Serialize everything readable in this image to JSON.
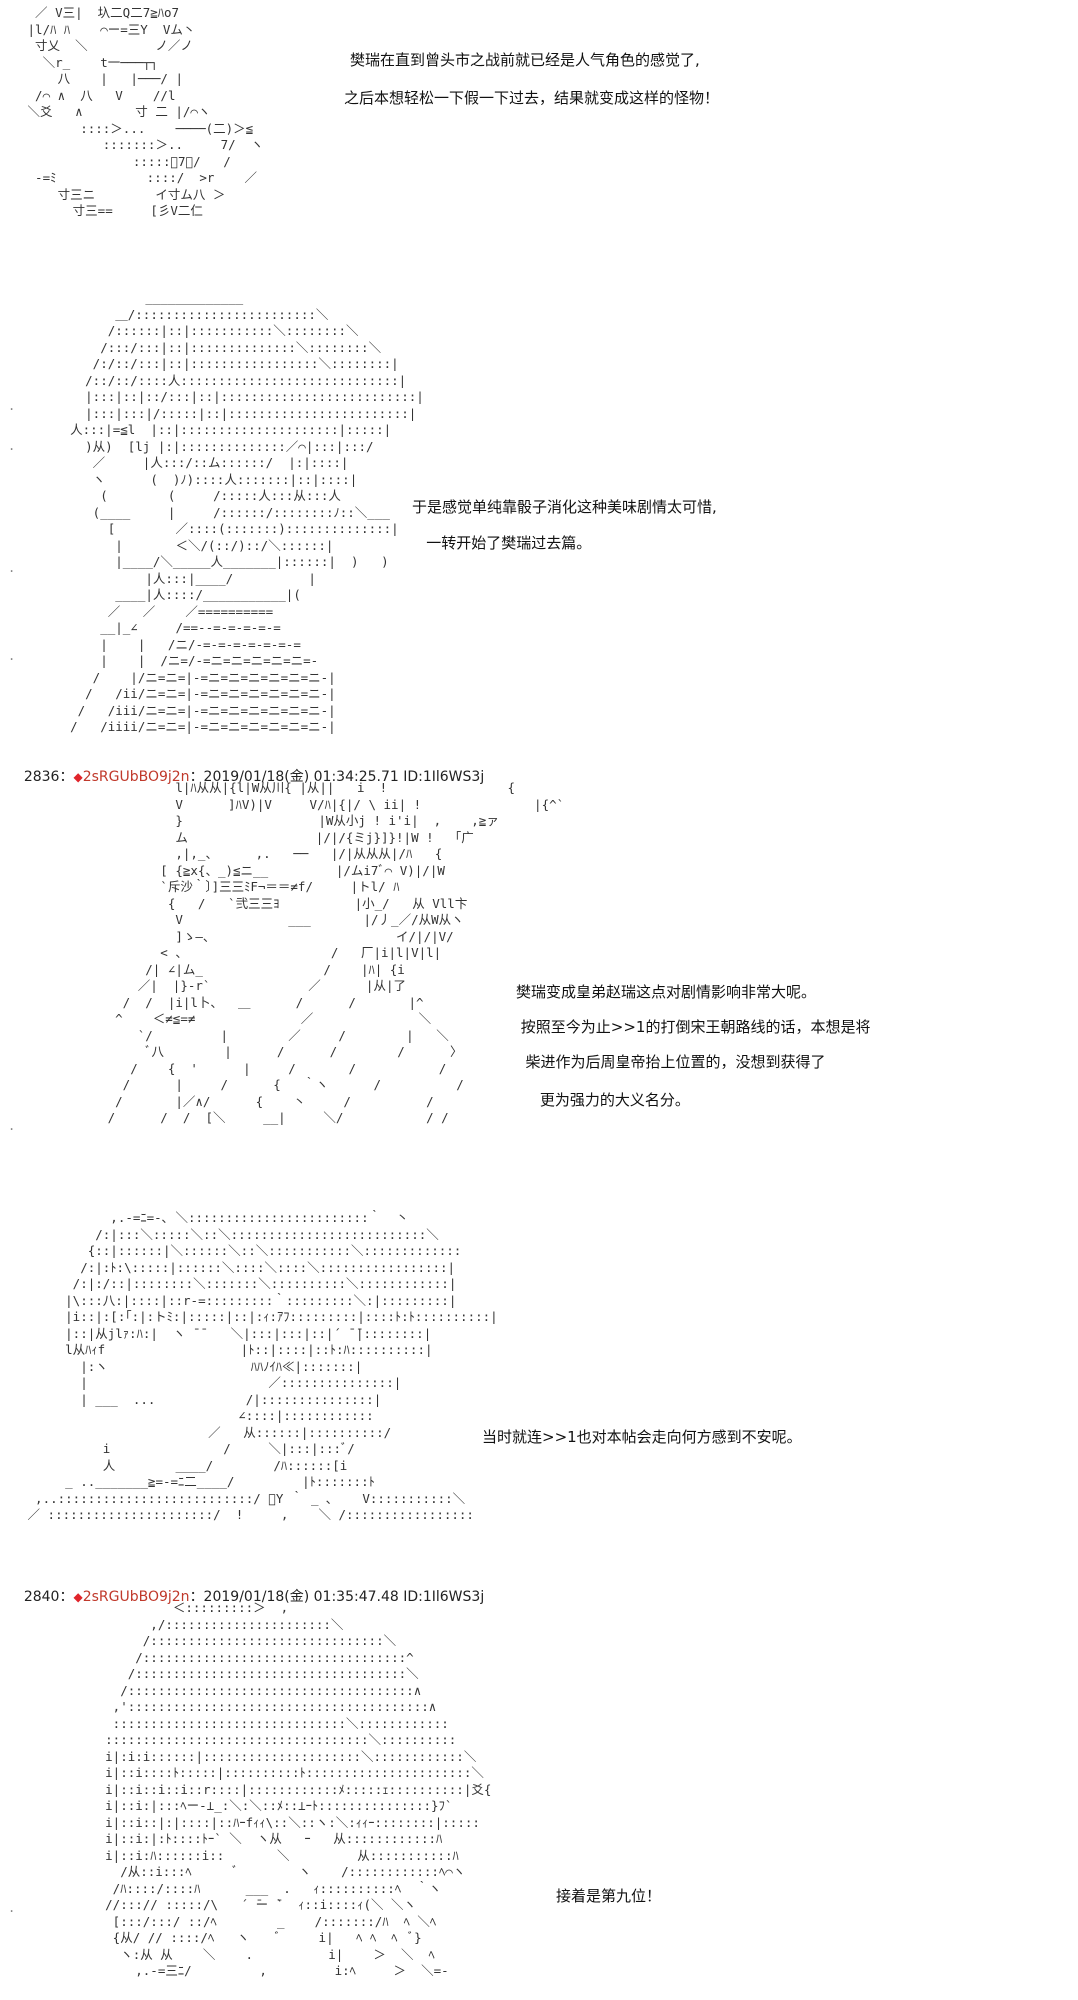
{
  "section1": {
    "aa": "  ／ V三|  圦二Q二7≧ﾊo7\n |l/ﾊ ﾊ    ⌒ー=三Y  Vム丶\n  寸乂  ＼         ノ／ノ\n   ＼r_    t一───┬┐\n     八    |   |───/ |\n  /⌒ ∧  八   V    //l\n ＼爻   ∧       寸 二 |/⌒ヽ\n        ::::＞...    ────(二)＞≦\n           :::::::＞..     7/  ヽ\n               :::::ﾞ7ﾞ/   /\n  -=ﾐ            ::::/  >r    ／\n     寸三ニ        イ寸ム八 ＞\n       寸三==     [彡V二仁",
    "narration": [
      "樊瑞在直到曾头市之战前就已经是人气角色的感觉了,",
      "之后本想轻松一下假一下过去，结果就变成这样的怪物！"
    ]
  },
  "section2": {
    "aa": "              _____________\n          ＿/::::::::::::::::::::::::＼\n         /::::::|::|:::::::::::＼::::::::＼\n        /:::/:::|::|::::::::::::::＼::::::::＼\n       /:/::/:::|::|:::::::::::::::::＼::::::::|\n      /::/::/::::人:::::::::::::::::::::::::::::|\n      |:::|::|::/:::|::|::::::::::::::::::::::::::|\n      |:::|:::|/:::::|::|::::::::::::::::::::::::|\n    人:::|=≦l  |::|:::::::::::::::::::::|:::::|\n      )从)  [lj |:|::::::::::::::／⌒|:::|:::/\n       ／     |人:::/::ム::::::/  |:|::::|\n       ヽ      (  )ﾉ)::::人:::::::|::|::::|\n        (        (     /:::::人:::从:::人\n       (____     |     /::::::/::::::::ﾉ::＼___\n         [        ／::::(:::::::)::::::::::::::|\n          |       ＜＼/(::/)::/＼::::::|\n          |____/＼_____人_______|::::::|  )   )\n              |人:::|____/          |\n          ____|人::::/___________|(\n         ／   ／    ／==========\n        __|_∠     /==--=-=-=-=-=\n        |    |   /ニ/-=-=-=-=-=-=-=\n        |    |  /ニ=/-=ニ=ニ=ニ=ニ=ニ=-\n       /    |/ニ=ニ=|-=ニ=ニ=ニ=ニ=ニ=ニ-|\n      /   /ii/ニ=ニ=|-=ニ=ニ=ニ=ニ=ニ=ニ-|\n     /   /iii/ニ=ニ=|-=ニ=ニ=ニ=ニ=ニ=ニ-|\n    /   /iiii/ニ=ニ=|-=ニ=ニ=ニ=ニ=ニ=ニ-|",
    "narration": [
      "于是感觉单纯靠骰子消化这种美味剧情太可惜,",
      "   一转开始了樊瑞过去篇。"
    ]
  },
  "post1": {
    "number": "2836",
    "separator": "：",
    "diamond": "◆",
    "trip": "2sRGUbBO9j2n",
    "meta": "：2019/01/18(金) 01:34:25.71 ID:1Il6WS3j"
  },
  "section3": {
    "aa": "              l|ﾊ从从|{l|W从川{ |从||   i  !                {\n              V      ]ﾊV)|V     V/ﾊ|{|/ \\ ii| !               |{^`\n              }                  |W从小j ! i'i|  ,    ,≧ァ\n              ム                 |/|/{ミj}]}!|W !  「广\n              ,|,_、     ,.   ──   |/|从从从|/ﾊ   {\n            [ {≧x{、_)≦ニ__         |/ムi7ﾞ⌒ V)|/|W\n            `斥沙｀〕]三三ﾐF¬＝＝≠f/     |トl/ ﾊ\n             {   /   `弐三三ﾖ          |小_/   从 Vll卞\n              V              ___       |/丿_／/从W从ヽ\n              ]ゝ―、                        イ/|/|V/\n            < 、                   /   厂|i|l|V|l|\n          /| ∠|ム_                /    |ﾊ| {i\n         ／|  |}-r`             ／      |从|了\n       /  /  |i|l卜、  ＿      /      /       |^\n      ^    ＜≠≦=≠              ／              ＼\n         `/         |        ／     /        |   ＼\n          ﾞ八        |      /      /        /      〉\n        /    {  '      |     /       /           /\n       /      |     /      {   ｀ヽ      /          /\n      /       |／∧/      {    丶     /          /\n     /      /  /  [＼     __|     ＼/           / /",
    "narration": [
      "樊瑞变成皇弟赵瑞这点对剧情影响非常大呢。",
      " 按照至今为止>>1的打倒宋王朝路线的话，本想是将",
      "  柴进作为后周皇帝抬上位置的，没想到获得了",
      "     更为强力的大义名分。"
    ]
  },
  "section4": {
    "aa": "            ,.-=ﾆ=-､ ＼::::::::::::::::::::::::｀  丶\n          /:|:::＼:::::＼::＼::::::::::::::::::::::::::＼\n         {::|::::::|＼::::::＼::＼:::::::::::＼:::::::::::::\n        /:|:ﾄ:\\:::::|::::::＼::::＼::::＼:::::::::::::::::|\n       /:|:/::|::::::::＼:::::::＼::::::::::＼::::::::::::|\n      |\\:::八:|::::|::r-=:::::::::｀:::::::::＼:|:::::::::|\n      |i::|:[:｢:|:トﾐ:|:::::|::|:ｨ:ｱﾌ:::::::::|::::ﾄ:ﾄ::::::::::|\n      |::|从jlｧ:ﾊ:|  ヽ ̄ ̄    ＼|:::|:::|::|´ ̄ ̄|::::::::|\n      l从ﾊｨf                  |ﾄ::|::::|::ﾄ:ﾊ::::::::::|\n        |:ヽ                   ﾊﾊﾉｲﾊ≪|:::::::|\n        |                        ／:::::::::::::::|\n        | ___  ...            /|:::::::::::::::|\n                             ∠::::|::::::::::::\n                         ／   从::::::|::::::::::/\n           i               /     ＼|:::|:::ﾞ/\n           人        ____/        /ﾊ::::::[i\n      _ .._______≧=-=ﾆ二____/         |ﾄ:::::::ﾄ\n  ,..::::::::::::::::::::::::::/ ﾞY ｀ _ ､    V:::::::::::＼\n ／ ::::::::::::::::::::::/  !     ,    ＼ /:::::::::::::::::",
    "narration": [
      "当时就连>>1也对本帖会走向何方感到不安呢。"
    ]
  },
  "post2": {
    "number": "2840",
    "separator": "：",
    "diamond": "◆",
    "trip": "2sRGUbBO9j2n",
    "meta": "：2019/01/18(金) 01:35:47.48 ID:1Il6WS3j"
  },
  "section5": {
    "aa": "               ＜:::::::::＞  ,\n            ,/::::::::::::::::::::::＼\n           /:::::::::::::::::::::::::::::::＼\n          /:::::::::::::::::::::::::::::::::::^\n         /::::::::::::::::::::::::::::::::::::＼\n        /::::::::::::::::::::::::::::::::::::::∧\n       ,'::::::::::::::::::::::::::::::::::::::::∧\n       :::::::::::::::::::::::::::::::＼::::::::::::\n      :::::::::::::::::::::::::::::::::::＼::::::::::\n      i|:i:i::::::|:::::::::::::::::::::＼::::::::::::＼\n      i|::i::::ﾄ:::::|::::::::::ﾄ::::::::::::::::::::::＼\n      i|::i::i::i::r::::|::::::::::::ﾒ:::::ｪ::::::::::|爻{\n      i|::i:|:::ﾍー-⊥_:＼:＼::ﾒ::⊥ｰﾄ:::::::::::::::}ﾌ`\n      i|::i::|:|::::|::ﾊｰfｨｨ\\::＼::ヽ:＼:ｨｨｰ::::::::|:::::\n      i|::i:|:ﾄ::::ﾄｰ` ＼  ヽ从   ｰ   从::::::::::::ﾊ\n      i|::i:ﾊ::::::i::       ＼         从:::::::::::ﾊ\n        /从::i:::ﾍ      ﾞ        ヽ    /::::::::::::ﾍ⌒ヽ\n       /ﾊ::::/::::ﾊ      ___  .   ｨ::::::::::ﾍ  ｀ヽ\n      //:::// :::::/\\   ´ ̄ー ̄`  ｨ::i::::ｨ(＼ ＼ヽ\n       [:::/:::/ ::/ﾍ        _    /:::::::/ﾊ  ﾍ ＼ﾍ\n       {从/ // ::::/ﾍ   ヽ    ﾞ     i|   ﾍ ﾍ  ﾍ  ﾞ}\n        ヽ:从 从    ＼    .          i|    ＞  ＼  ﾍ\n          ,.-=三ﾆ/         ,         i:ﾍ     ＞  ＼=-",
    "narration": [
      "接着是第九位！"
    ]
  },
  "edge_marks": {
    "dots_left": "."
  }
}
